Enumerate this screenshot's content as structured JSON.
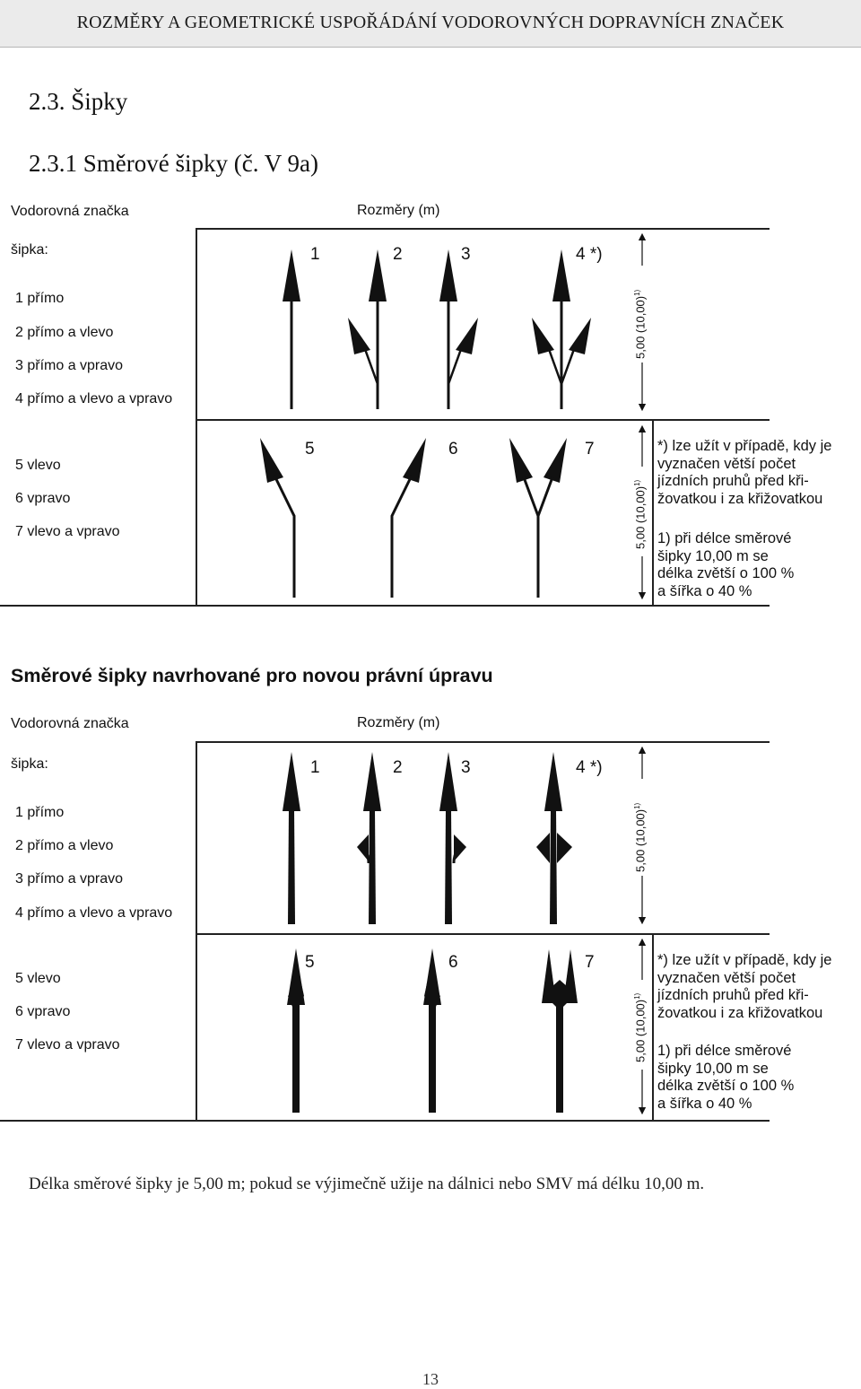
{
  "header": {
    "title": "ROZMĚRY A GEOMETRICKÉ USPOŘÁDÁNÍ VODOROVNÝCH DOPRAVNÍCH ZNAČEK"
  },
  "section": {
    "title": "2.3. Šipky",
    "subtitle": "2.3.1 Směrové šipky (č. V 9a)"
  },
  "table": {
    "col_left": "Vodorovná  značka",
    "col_right": "Rozměry (m)",
    "row_header": "šipka:",
    "items_a": [
      "1 přímo",
      "2 přímo a vlevo",
      "3 přímo a vpravo",
      "4 přímo a vlevo a vpravo"
    ],
    "items_b": [
      "5 vlevo",
      "6 vpravo",
      "7 vlevo a vpravo"
    ],
    "nums_a": [
      "1",
      "2",
      "3",
      "4 *)"
    ],
    "nums_b": [
      "5",
      "6",
      "7"
    ],
    "dimension": "5,00 (10,00)",
    "dimension_sup": "1)",
    "note_star": "*) lze užít v případě, kdy je\n     vyznačen větší počet\n     jízdních pruhů před kři-\n     žovatkou i za křižovatkou",
    "note_one": "1) při délce směrové\n     šipky 10,00 m se\n     délka zvětší o 100 %\n     a šířka o 40 %"
  },
  "proposal": {
    "title": "Směrové šipky navrhované pro novou právní úpravu"
  },
  "footer": {
    "text": "Délka směrové šipky je 5,00 m; pokud se výjimečně užije na dálnici nebo SMV má délku 10,00 m."
  },
  "page": {
    "number": "13"
  }
}
